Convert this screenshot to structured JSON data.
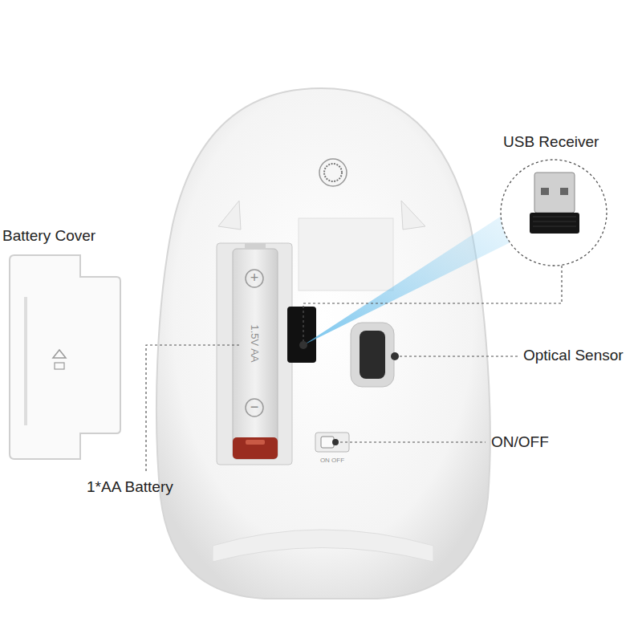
{
  "diagram": {
    "labels": [
      "USB Receiver",
      "Battery Cover",
      "Optical Sensor",
      "1*AA Battery",
      "ON/OFF",
      "+",
      "1.5V AA",
      "−",
      "ON OFF"
    ]
  }
}
